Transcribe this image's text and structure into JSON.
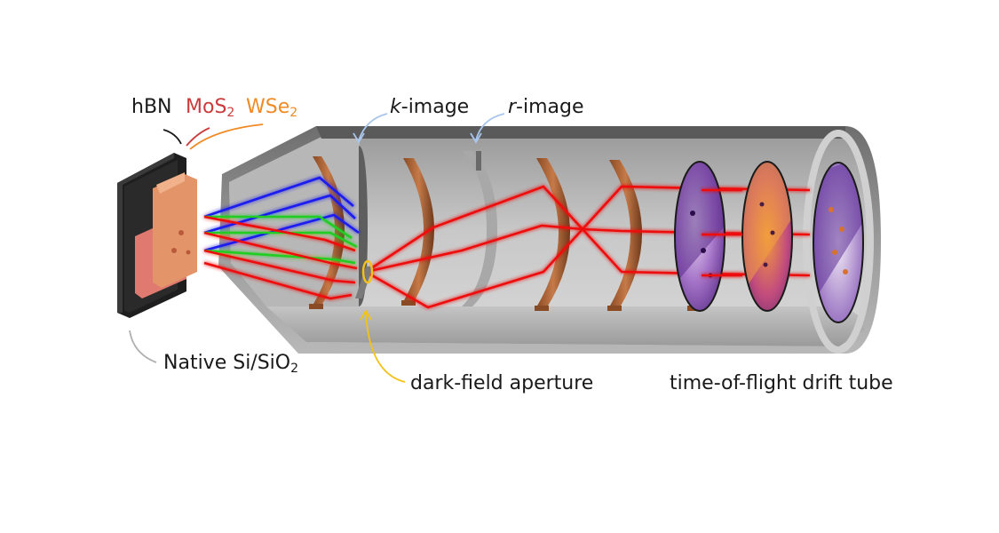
{
  "labels": {
    "hbn": "hBN",
    "mos2": {
      "base": "MoS",
      "sub": "2"
    },
    "wse2": {
      "base": "WSe",
      "sub": "2"
    },
    "k_image": {
      "italic": "k",
      "rest": "-image"
    },
    "r_image": {
      "italic": "r",
      "rest": "-image"
    },
    "substrate": {
      "pre": "Native Si/SiO",
      "sub": "2"
    },
    "aperture": "dark-field aperture",
    "drift_tube": "time-of-flight drift tube"
  },
  "colors": {
    "hbn": "#1a1a1a",
    "mos2": "#cc3b3b",
    "wse2": "#f08a24",
    "beam_red": "#ee1111",
    "beam_green": "#22cc22",
    "beam_blue": "#1a1aee",
    "aperture_ring": "#f2c21a",
    "pointer_blue": "#a9c6ec",
    "pointer_grey": "#b0b0b0"
  }
}
